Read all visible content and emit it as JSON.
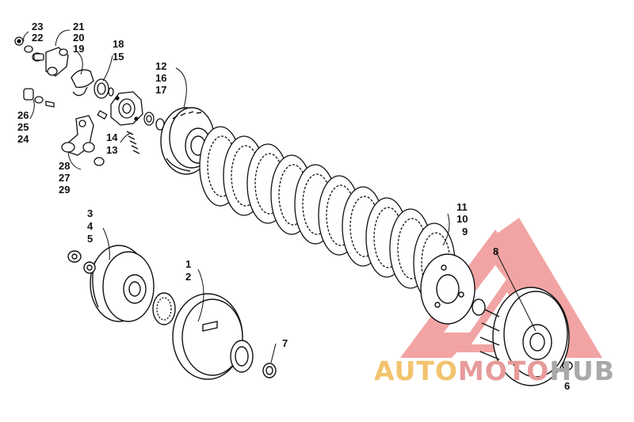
{
  "callouts": [
    "23",
    "22",
    "21",
    "20",
    "19",
    "18",
    "15",
    "12",
    "16",
    "17",
    "26",
    "25",
    "24",
    "14",
    "13",
    "28",
    "27",
    "29",
    "11",
    "10",
    "9",
    "8",
    "3",
    "4",
    "5",
    "1",
    "2",
    "7",
    "6"
  ],
  "watermark": {
    "part1": "AUTO",
    "part2": "MOTO",
    "part3": "HUB"
  },
  "colors": {
    "line": "#111111",
    "watermark_red": "#e85a5a",
    "watermark_gold": "#f2c46f",
    "watermark_gray": "#a9a9a9"
  }
}
